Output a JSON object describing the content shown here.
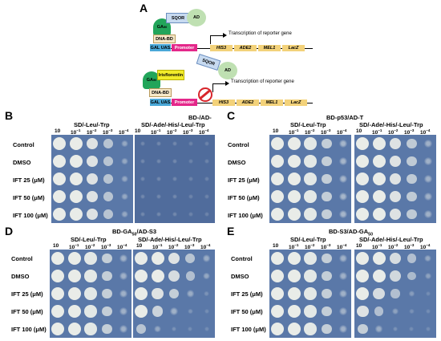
{
  "panel_A": {
    "letter": "A",
    "construct1": {
      "ga": "GA",
      "ga_sub": "50",
      "sqor": "SQOR",
      "ad": "AD",
      "dna_bd": "DNA-BD",
      "gal_uas": "GAL UAS",
      "promoter": "Promoter",
      "transcription": "Transcription of reporter gene",
      "genes": [
        "HIS3",
        "ADE2",
        "MEL1",
        "LacZ"
      ]
    },
    "construct2": {
      "ga": "GA",
      "ga_sub": "50",
      "drug": "Irisflorentin",
      "sqor": "SQOR",
      "ad": "AD",
      "dna_bd": "DNA-BD",
      "gal_uas": "GAL UAS",
      "promoter": "Promoter",
      "transcription": "Transcription of reporter gene",
      "genes": [
        "HIS3",
        "ADE2",
        "MEL1",
        "LacZ"
      ]
    }
  },
  "panels": {
    "B": {
      "letter": "B",
      "title": "BD-/AD-",
      "left_header": "SD/-Leu/-Trp",
      "right_header": "SD/-Ade/-His/-Leu/-Trp"
    },
    "C": {
      "letter": "C",
      "title": "BD-p53/AD-T",
      "left_header": "SD/-Leu/-Trp",
      "right_header": "SD/-Ade/-His/-Leu/-Trp"
    },
    "D": {
      "letter": "D",
      "title_main": "BD-GA",
      "title_sub": "50",
      "title_tail": "/AD-S3",
      "left_header": "SD/-Leu/-Trp",
      "right_header": "SD/-Ade/-His/-Leu/-Trp"
    },
    "E": {
      "letter": "E",
      "title_main": "BD-S3/AD-GA",
      "title_sub": "50",
      "title_tail": "",
      "left_header": "SD/-Leu/-Trp",
      "right_header": "SD/-Ade/-His/-Leu/-Trp"
    }
  },
  "dilutions": [
    "10",
    "10",
    "10",
    "10",
    "10"
  ],
  "dilution_exps": [
    "",
    "−1",
    "−2",
    "−3",
    "−4"
  ],
  "conditions": [
    "Control",
    "DMSO",
    "IFT 25 (μM)",
    "IFT 50 (μM)",
    "IFT 100 (μM)"
  ],
  "colors": {
    "plate": "#5a78a8",
    "colony": "#e9ece8",
    "gal_uas": "#4aa8d8",
    "promoter": "#e4278a",
    "gene": "#f3d27a",
    "ga": "#22a55a",
    "ad": "#bfe0b2",
    "sqor": "#c7daf0",
    "drug": "#f2ec2a",
    "dna_bd": "#f6e8c8"
  }
}
